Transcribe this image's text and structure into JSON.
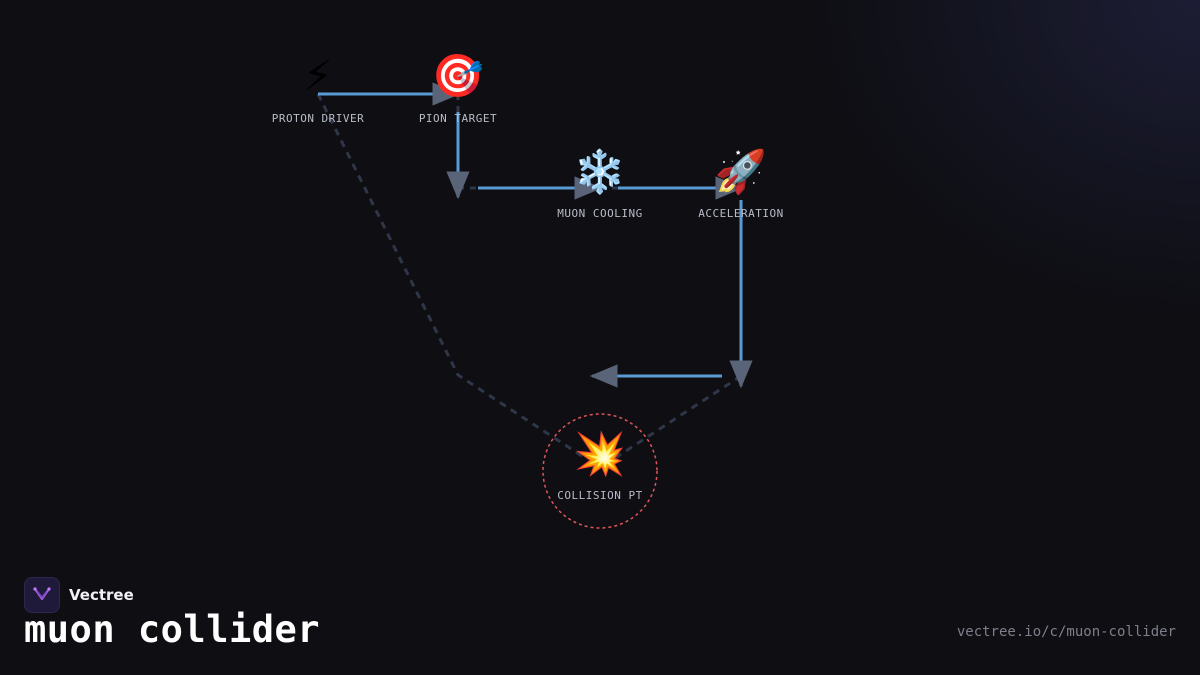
{
  "nodes": [
    {
      "id": "proton",
      "icon": "⚡",
      "icon_name": "lightning-icon",
      "label": "PROTON DRIVER"
    },
    {
      "id": "pion",
      "icon": "🎯",
      "icon_name": "target-icon",
      "label": "PION TARGET"
    },
    {
      "id": "cooling",
      "icon": "❄️",
      "icon_name": "snowflake-icon",
      "label": "MUON COOLING"
    },
    {
      "id": "accel",
      "icon": "🚀",
      "icon_name": "rocket-icon",
      "label": "ACCELERATION"
    },
    {
      "id": "collision",
      "icon": "💥",
      "icon_name": "collision-icon",
      "label": "COLLISION PT"
    }
  ],
  "brand": {
    "name": "Vectree",
    "logo_icon": "vectree-logo-icon"
  },
  "title": "muon collider",
  "url": "vectree.io/c/muon-collider",
  "colors": {
    "background": "#0e0e13",
    "flow_edge": "#5b9bd5",
    "dashed_edge": "#2e3648",
    "arrowhead": "#5a6478",
    "collision_ring": "#e0555a",
    "label": "#b9bcc8"
  }
}
